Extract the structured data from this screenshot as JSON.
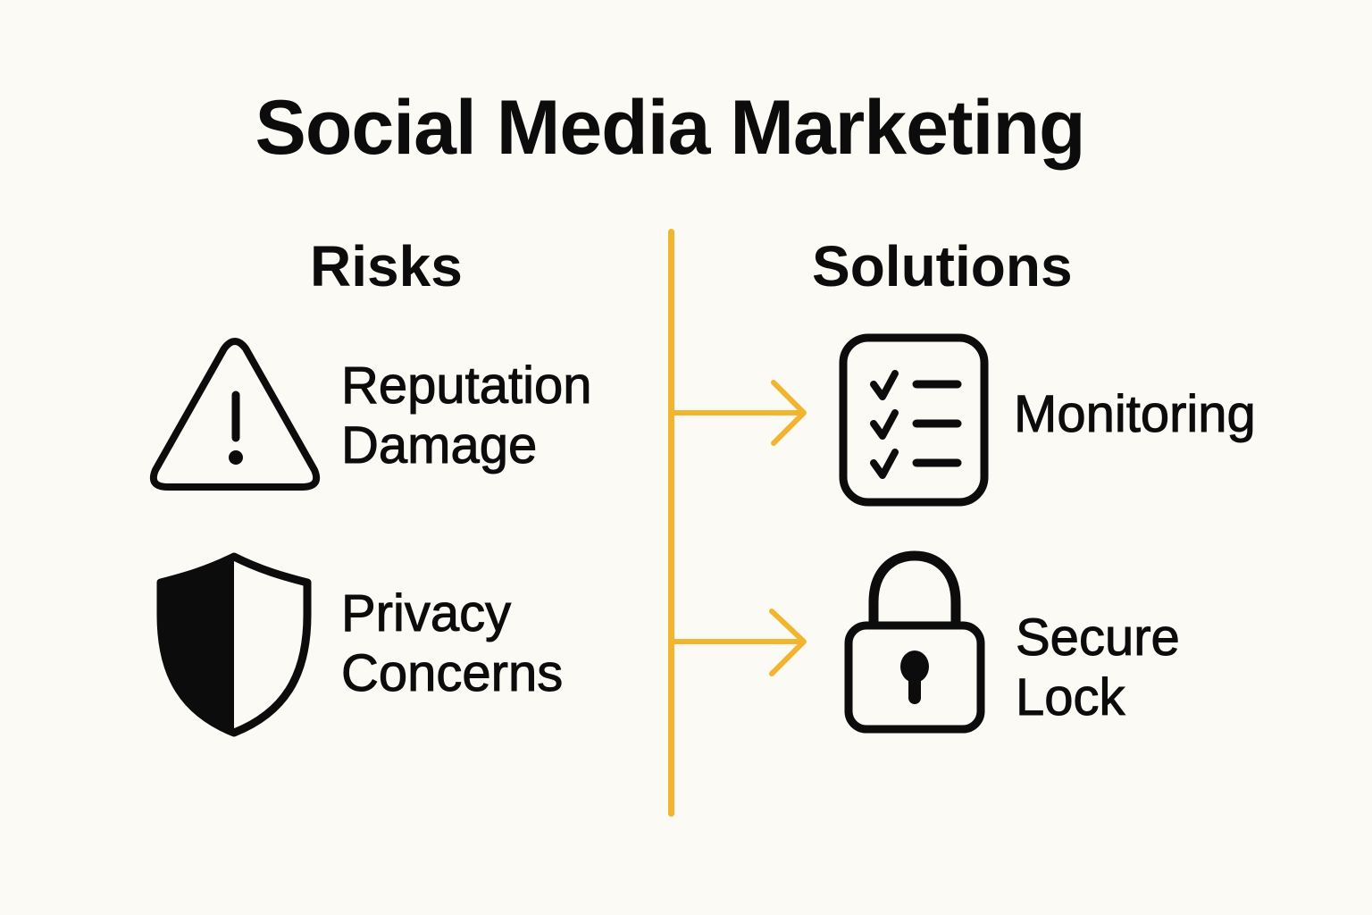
{
  "title": "Social Media Marketing",
  "colors": {
    "background": "#FBFAF5",
    "text": "#0C0C0C",
    "accent": "#F2B530"
  },
  "columns": {
    "risks": {
      "heading": "Risks",
      "items": [
        {
          "icon": "warning-triangle-icon",
          "line1": "Reputation",
          "line2": "Damage"
        },
        {
          "icon": "shield-icon",
          "line1": "Privacy",
          "line2": "Concerns"
        }
      ]
    },
    "solutions": {
      "heading": "Solutions",
      "items": [
        {
          "icon": "checklist-icon",
          "line1": "Monitoring"
        },
        {
          "icon": "padlock-icon",
          "line1": "Secure",
          "line2": "Lock"
        }
      ]
    }
  }
}
